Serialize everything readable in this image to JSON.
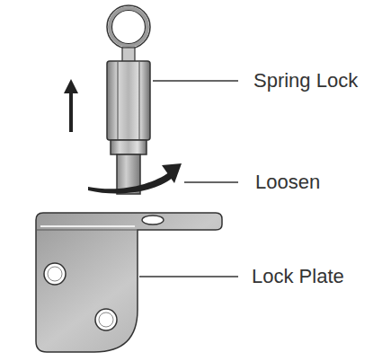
{
  "diagram": {
    "labels": [
      "Spring Lock",
      "Loosen",
      "Lock Plate"
    ]
  }
}
